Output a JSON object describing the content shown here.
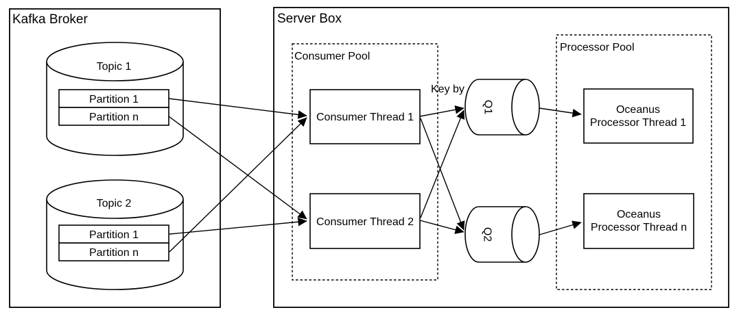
{
  "diagram": {
    "colors": {
      "stroke": "#000000",
      "background": "#ffffff"
    },
    "kafka_broker": {
      "title": "Kafka Broker",
      "topics": [
        {
          "name": "Topic 1",
          "partitions": [
            "Partition 1",
            "Partition n"
          ]
        },
        {
          "name": "Topic 2",
          "partitions": [
            "Partition 1",
            "Partition n"
          ]
        }
      ]
    },
    "server_box": {
      "title": "Server Box",
      "consumer_pool": {
        "title": "Consumer Pool",
        "threads": [
          "Consumer Thread 1",
          "Consumer Thread 2"
        ]
      },
      "key_by_label": "Key by",
      "queues": [
        {
          "label": "Q1"
        },
        {
          "label": "Q2"
        }
      ],
      "processor_pool": {
        "title": "Processor Pool",
        "threads": [
          {
            "line1": "Oceanus",
            "line2": "Processor Thread 1"
          },
          {
            "line1": "Oceanus",
            "line2": "Processor Thread n"
          }
        ]
      }
    }
  }
}
